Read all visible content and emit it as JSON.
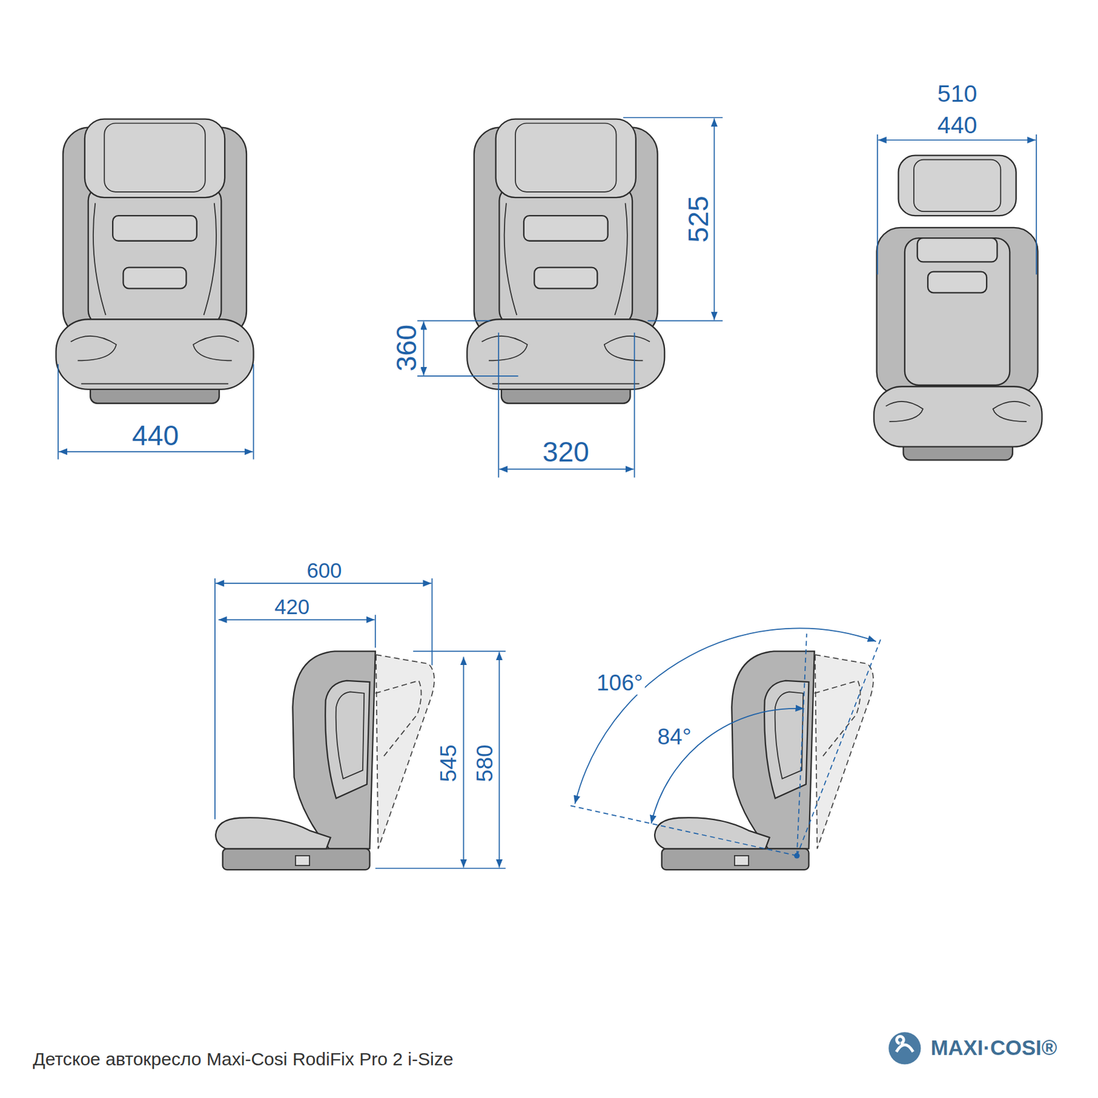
{
  "diagram": {
    "caption": "Детское автокресло Maxi-Cosi RodiFix Pro 2 i-Size",
    "labels": [
      "510",
      "440",
      "525",
      "440",
      "360",
      "320",
      "600",
      "420",
      "106°",
      "84°",
      "545",
      "580",
      "MAXI·COSI®"
    ]
  }
}
